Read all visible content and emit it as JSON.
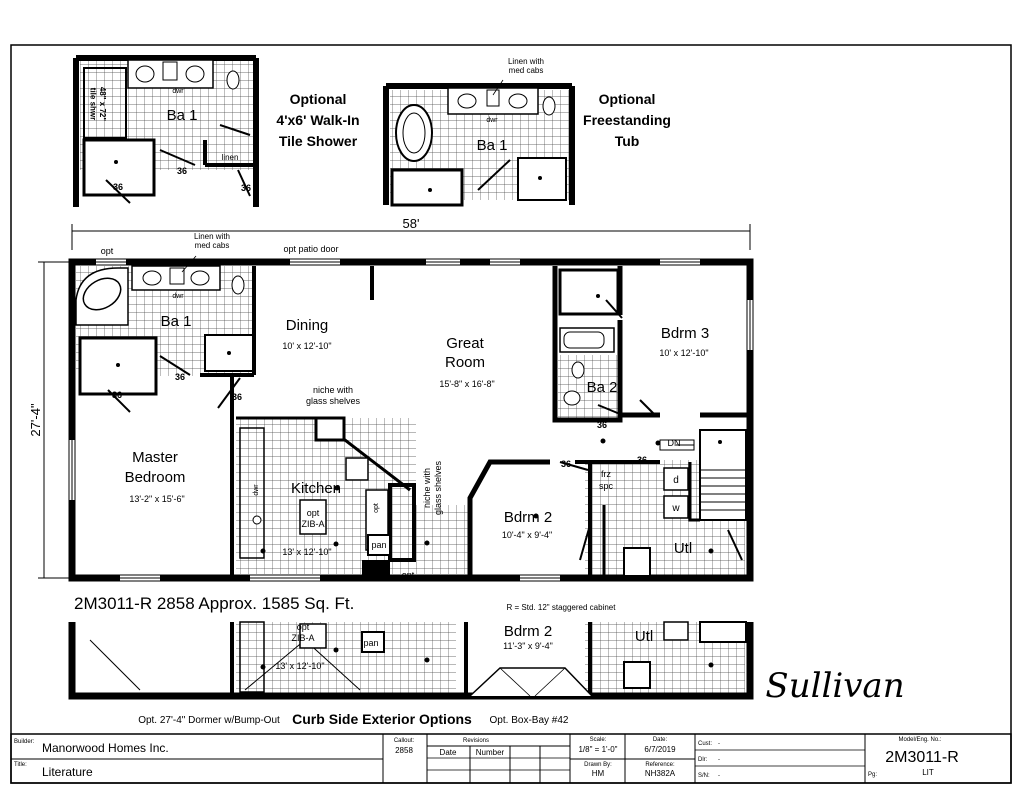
{
  "options": {
    "shower_label": "Optional\n4'x6' Walk-In\nTile Shower",
    "tub_label": "Optional\nFreestanding\nTub",
    "shower_size": "48\" x 72\"\ntile shwr",
    "linen_med_cabs": "Linen with\nmed cabs",
    "ba1": "Ba 1",
    "dwr": "dwr",
    "linen": "linen",
    "door36": "36"
  },
  "dimensions": {
    "width": "58'",
    "depth": "27'-4\""
  },
  "rooms": {
    "dining": {
      "name": "Dining",
      "size": "10' x 12'-10\""
    },
    "great_room": {
      "name": "Great\nRoom",
      "size": "15'-8\" x 16'-8\""
    },
    "bdrm3": {
      "name": "Bdrm 3",
      "size": "10' x 12'-10\""
    },
    "ba2": {
      "name": "Ba 2"
    },
    "master": {
      "name": "Master\nBedroom",
      "size": "13'-2\" x 15'-6\""
    },
    "kitchen": {
      "name": "Kitchen",
      "size": "13' x 12'-10\""
    },
    "bdrm2": {
      "name": "Bdrm 2",
      "size": "10'-4\" x 9'-4\""
    },
    "utl": {
      "name": "Utl"
    }
  },
  "notes": {
    "opt": "opt",
    "opt_patio_door": "opt patio door",
    "niche_glass": "niche with\nglass shelves",
    "niche_glass_vertical": "niche with\nglass shelves",
    "opt_zib": "opt\nZIB-A",
    "pan": "pan",
    "dn": "DN",
    "frz_spc": "frz\nspc",
    "d": "d",
    "w": "w",
    "cab_note": "R = Std. 12\" staggered cabinet"
  },
  "model_title": "2M3011-R 2858  Approx. 1585 Sq. Ft.",
  "exterior": {
    "bdrm2": {
      "name": "Bdrm 2",
      "size": "11'-3\" x 9'-4\""
    },
    "kitchen_size": "13' x 12'-10\"",
    "zib": "opt\nZIB-A",
    "pan": "pan",
    "utl": "Utl",
    "dormer": "Opt. 27'-4\" Dormer w/Bump-Out",
    "curb": "Curb Side Exterior Options",
    "boxbay": "Opt. Box-Bay #42"
  },
  "signature": "Sullivan",
  "title_block": {
    "builder_label": "Builder:",
    "builder": "Manorwood Homes Inc.",
    "title_label": "Title:",
    "title": "Literature",
    "callout_label": "Callout:",
    "callout": "2858",
    "revisions_label": "Revisions",
    "date_col": "Date",
    "number_col": "Number",
    "scale_label": "Scale:",
    "scale": "1/8\" = 1'-0\"",
    "date_label": "Date:",
    "date": "6/7/2019",
    "drawn_label": "Drawn By:",
    "drawn": "HM",
    "ref_label": "Reference:",
    "ref": "NH382A",
    "cust_label": "Cust:",
    "cust": "-",
    "dlr_label": "Dlr:",
    "dlr": "-",
    "sn_label": "S/N:",
    "sn": "-",
    "model_label": "Model/Eng. No.:",
    "model": "2M3011-R",
    "pg_label": "Pg:",
    "pg": "LIT"
  }
}
